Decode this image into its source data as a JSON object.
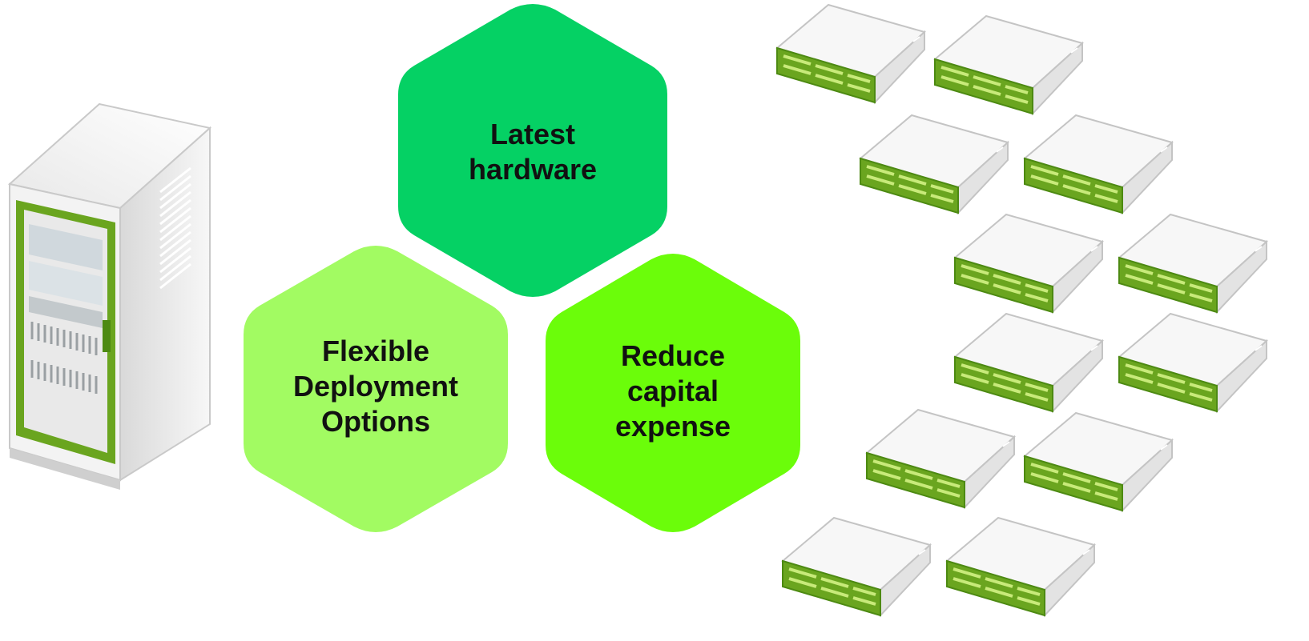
{
  "diagram": {
    "hexagons": [
      {
        "id": "latest-hardware",
        "label": "Latest\nhardware",
        "color": "#05d164"
      },
      {
        "id": "flexible-deployment",
        "label": "Flexible\nDeployment\nOptions",
        "color": "#a2fb62"
      },
      {
        "id": "reduce-capex",
        "label": "Reduce\ncapital\nexpense",
        "color": "#6bfd0a"
      }
    ],
    "colors": {
      "accent_green": "#6aa51f",
      "accent_green_dark": "#4d8a12",
      "device_light": "#f2f2f2",
      "device_shadow": "#bfbfbf"
    },
    "icons": {
      "tower": "tower-server-icon",
      "appliance": "rack-server-icon"
    }
  }
}
